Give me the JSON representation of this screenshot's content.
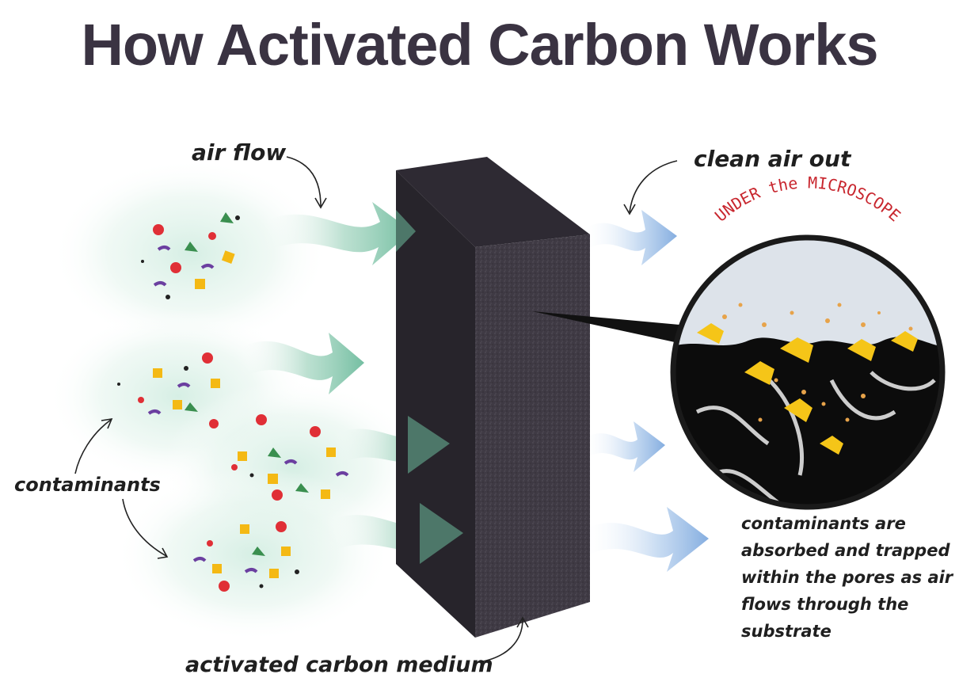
{
  "title": "How Activated Carbon Works",
  "labels": {
    "air_flow": "air flow",
    "clean_air_out": "clean air out",
    "contaminants": "contaminants",
    "activated_carbon_medium": "activated carbon medium",
    "under_the_microscope": "UNDER the MICROSCOPE"
  },
  "caption_lines": [
    "contaminants are",
    "absorbed and trapped",
    "within the pores as air",
    "flows through the",
    "substrate"
  ],
  "colors": {
    "title": "#3a3342",
    "inflow_arrow": "#7fc3a8",
    "outflow_arrow": "#8fb6e3",
    "carbon_block": "#3f3a44",
    "microscope_label": "#c8262e",
    "trapped_particles": "#f5c518"
  }
}
